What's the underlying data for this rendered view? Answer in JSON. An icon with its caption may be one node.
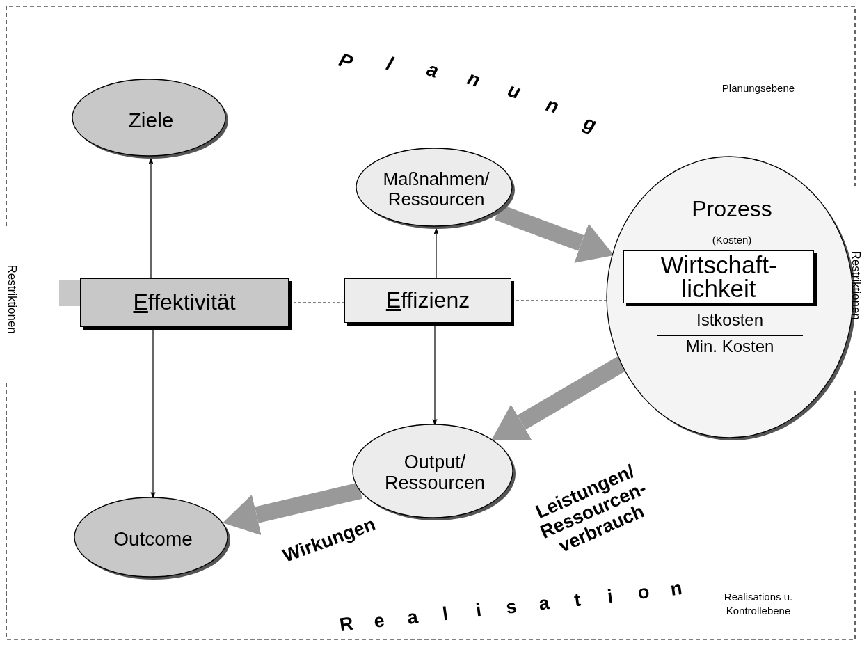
{
  "diagram": {
    "nodes": [
      {
        "text": [
          "Ziele"
        ]
      },
      {
        "text": [
          "Maßnahmen/ Ressourcen"
        ]
      },
      {
        "text": [
          "Prozess",
          "(Kosten)",
          "Istkosten",
          "Min. Kosten"
        ]
      },
      {
        "text": [
          "Wirtschaft- lichkeit"
        ],
        "in": 2
      },
      {
        "text": [
          "Effektivität"
        ]
      },
      {
        "text": [
          "Effizienz"
        ]
      },
      {
        "text": [
          "Output/ Ressourcen"
        ]
      },
      {
        "text": [
          "Outcome"
        ]
      }
    ],
    "edges": [
      {
        "from": 4,
        "to": 0,
        "arrow": "to"
      },
      {
        "from": 4,
        "to": 7,
        "arrow": "to"
      },
      {
        "from": 5,
        "to": 1,
        "arrow": "to"
      },
      {
        "from": 5,
        "to": 6,
        "arrow": "to"
      },
      {
        "from": 4,
        "to": 5,
        "arrow": "none",
        "style": "dashed"
      },
      {
        "from": 5,
        "to": 2,
        "arrow": "none",
        "style": "dashed"
      },
      {
        "from": 1,
        "to": 2,
        "arrow": "to",
        "style": "thick",
        "color": "#999999"
      },
      {
        "from": 2,
        "to": 6,
        "arrow": "to",
        "style": "thick",
        "color": "#999999"
      },
      {
        "from": 6,
        "to": 7,
        "arrow": "to",
        "style": "thick",
        "color": "#999999"
      }
    ],
    "labels": [
      "P l a n u n g",
      "Planungsebene",
      "Restriktionen",
      "Restriktionen",
      "Leistungen/ Ressourcen- verbrauch",
      "Wirkungen",
      "R e a l i s a t i o n",
      "Realisations u. Kontrollebene"
    ]
  }
}
